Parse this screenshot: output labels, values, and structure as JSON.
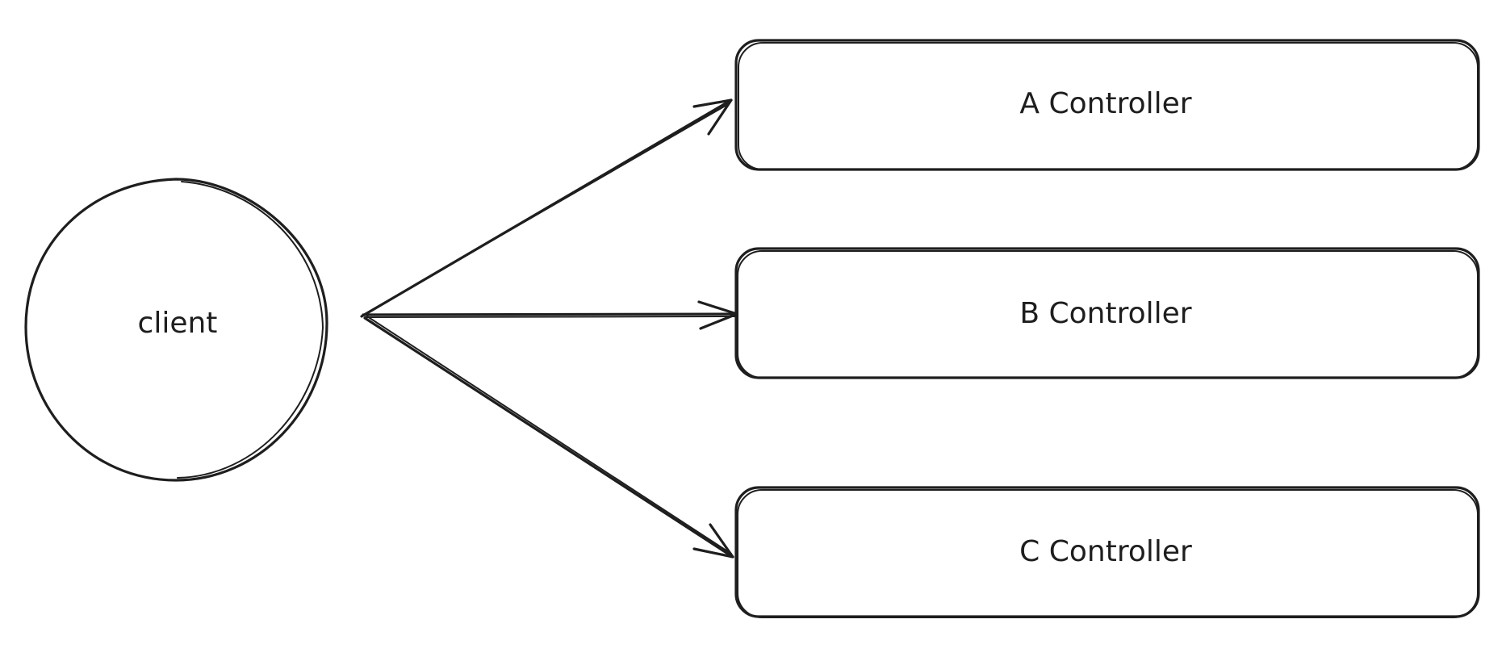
{
  "diagram": {
    "client": {
      "label": "client"
    },
    "controllers": [
      {
        "label": "A Controller"
      },
      {
        "label": "B Controller"
      },
      {
        "label": "C Controller"
      }
    ],
    "edges": [
      {
        "from": "client",
        "to": "A Controller"
      },
      {
        "from": "client",
        "to": "B Controller"
      },
      {
        "from": "client",
        "to": "C Controller"
      }
    ],
    "colors": {
      "stroke": "#1e1e1e",
      "background": "#ffffff"
    }
  }
}
